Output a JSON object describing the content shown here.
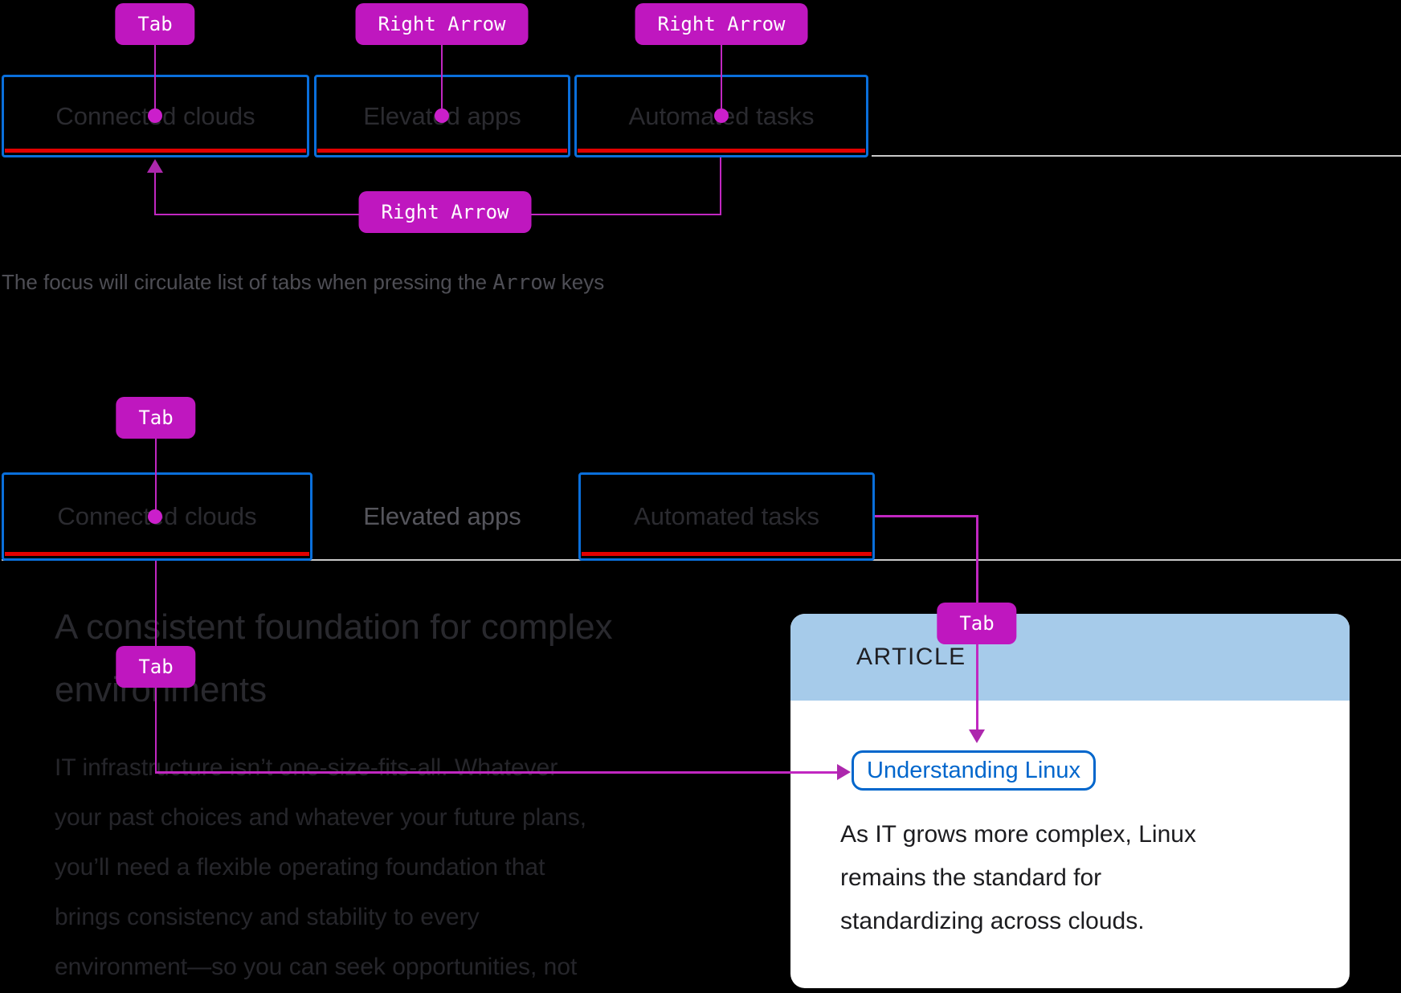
{
  "colors": {
    "background": "#000000",
    "annotation_magenta": "#bf17bf",
    "connector_magenta": "#c127c1",
    "focus_border_blue": "#0a6fdb",
    "active_tab_red": "#e20000",
    "tab_underline_gray": "#c9c9c9",
    "card_header_blue": "#a6cbea",
    "link_blue": "#0066cc"
  },
  "diagram1": {
    "key_top_1": "Tab",
    "key_top_2": "Right Arrow",
    "key_top_3": "Right Arrow",
    "key_loop": "Right Arrow",
    "tabs": {
      "tab1": "Connected clouds",
      "tab2": "Elevated apps",
      "tab3": "Automated tasks"
    },
    "caption": {
      "before": "The focus will circulate list of tabs when pressing the ",
      "code": "Arrow",
      "after": " keys"
    }
  },
  "diagram2": {
    "key_tab_top": "Tab",
    "key_tab_mid": "Tab",
    "key_tab_article": "Tab",
    "tabs": {
      "tab1": "Connected clouds",
      "tab2": "Elevated apps",
      "tab3": "Automated tasks"
    },
    "page": {
      "heading": "A consistent foundation for complex\nenvironments",
      "paragraph": "IT infrastructure isn’t one-size-fits-all. Whatever\nyour past choices and whatever your future plans,\nyou’ll need a flexible operating foundation that\nbrings consistency and stability to every\nenvironment—so you can seek opportunities, not\nworkarounds."
    },
    "article": {
      "eyebrow": "ARTICLE",
      "link": "Understanding Linux",
      "body": "As IT grows more complex, Linux\nremains the standard for\nstandardizing across clouds."
    }
  }
}
